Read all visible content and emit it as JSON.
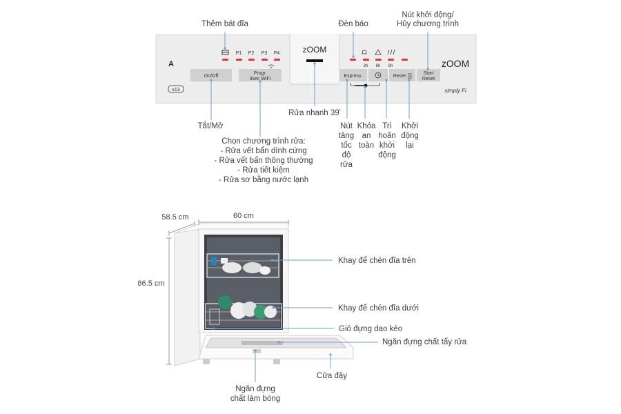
{
  "control_panel": {
    "program_labels": [
      "P1",
      "P2",
      "P3",
      "P4"
    ],
    "button_onoff": "On/Off",
    "button_progr_line1": "Progr.",
    "button_progr_line2": "3sec WiFi",
    "brand_logo": "zOOM",
    "button_express": "Express",
    "button_reset": "Reset",
    "button_start_line1": "Start",
    "button_start_line2": "Reset",
    "delay_labels": [
      "3h",
      "6h",
      "9h"
    ],
    "energy_badge": "A",
    "capacity_badge": "x13",
    "series_badge": "simply Fi",
    "led_color": "#e8343c",
    "icons": [
      "dish-rack-icon",
      "lock-icon",
      "clock-icon",
      "wifi-icon",
      "reset-icon"
    ]
  },
  "panel_callouts": {
    "add_dishes": "Thêm bát đĩa",
    "indicator": "Đèn báo",
    "start_cancel_line1": "Nút khởi động/",
    "start_cancel_line2": "Hủy chương trình",
    "on_off": "Tắt/Mở",
    "quick_wash": "Rửa nhanh 39'",
    "program_title": "Chọn chương trình rửa:",
    "program_items": [
      "- Rửa vết bẩn dính cứng",
      "- Rửa vết bẩn thông thường",
      "- Rửa tiết kiệm",
      "- Rửa sơ bằng nước lạnh"
    ],
    "speed_up": [
      "Nút",
      "tăng",
      "tốc",
      "độ",
      "rửa"
    ],
    "child_lock": [
      "Khóa",
      "an",
      "toàn"
    ],
    "delay_start": [
      "Trì",
      "hoãn",
      "khởi",
      "động"
    ],
    "restart": [
      "Khởi",
      "động",
      "lại"
    ]
  },
  "machine_callouts": {
    "depth": "58.5 cm",
    "width": "60 cm",
    "height": "86.5 cm",
    "upper_rack": "Khay để chén đĩa trên",
    "lower_rack": "Khay để chén đĩa dưới",
    "cutlery_basket": "Giỏ đựng dao kéo",
    "detergent": "Ngăn đựng chất tẩy rửa",
    "door": "Cửa đậy",
    "rinse_aid_line1": "Ngăn đựng",
    "rinse_aid_line2": "chất làm bóng"
  }
}
